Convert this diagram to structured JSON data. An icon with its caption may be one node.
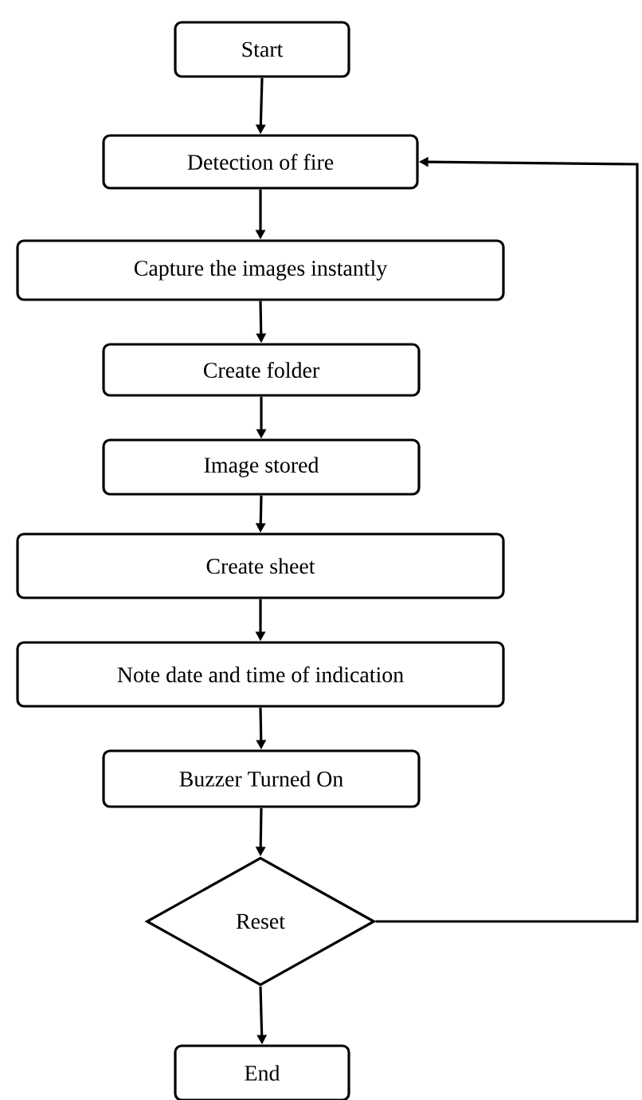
{
  "diagram": {
    "nodes": [
      {
        "text": [
          "Start"
        ]
      },
      {
        "text": [
          "Detection of fire"
        ]
      },
      {
        "text": [
          "Capture the images instantly"
        ]
      },
      {
        "text": [
          "Create folder"
        ]
      },
      {
        "text": [
          "Image stored"
        ]
      },
      {
        "text": [
          "Create sheet"
        ]
      },
      {
        "text": [
          "Note date and time of indication"
        ]
      },
      {
        "text": [
          "Buzzer Turned On"
        ]
      },
      {
        "text": [
          "Reset"
        ]
      },
      {
        "text": [
          "End"
        ]
      }
    ],
    "edges": [
      {
        "from": 0,
        "to": 1,
        "arrow": "to"
      },
      {
        "from": 1,
        "to": 2,
        "arrow": "to"
      },
      {
        "from": 2,
        "to": 3,
        "arrow": "to"
      },
      {
        "from": 3,
        "to": 4,
        "arrow": "to"
      },
      {
        "from": 4,
        "to": 5,
        "arrow": "to"
      },
      {
        "from": 5,
        "to": 6,
        "arrow": "to"
      },
      {
        "from": 6,
        "to": 7,
        "arrow": "to"
      },
      {
        "from": 7,
        "to": 8,
        "arrow": "to"
      },
      {
        "from": 8,
        "to": 9,
        "arrow": "to"
      },
      {
        "from": 8,
        "to": 1,
        "arrow": "to"
      }
    ]
  }
}
